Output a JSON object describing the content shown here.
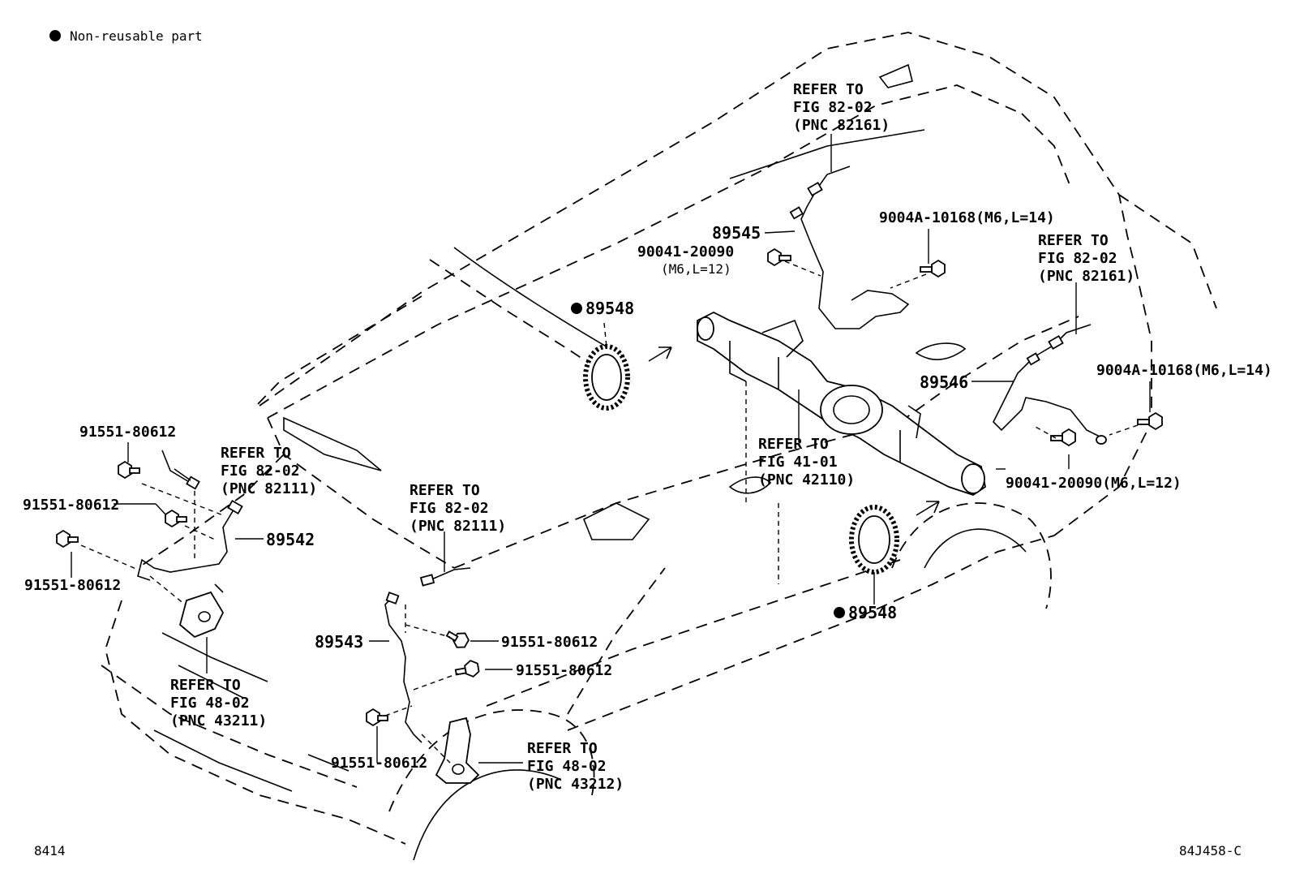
{
  "legend": {
    "symbol": "dot",
    "text": "Non-reusable part"
  },
  "footer": {
    "left_code": "8414",
    "right_code": "84J458-C"
  },
  "parts": {
    "p89542": "89542",
    "p89543": "89543",
    "p89545": "89545",
    "p89546": "89546",
    "p89548_top": "89548",
    "p89548_bottom": "89548",
    "bolt_91551_a": "91551-80612",
    "bolt_91551_b": "91551-80612",
    "bolt_91551_c": "91551-80612",
    "bolt_91551_d": "91551-80612",
    "bolt_91551_e": "91551-80612",
    "bolt_91551_f": "91551-80612",
    "bolt_90041_left": "90041-20090",
    "bolt_90041_left_spec": "(M6,L=12)",
    "bolt_90041_right": "90041-20090(M6,L=12)",
    "bolt_9004a_top": "9004A-10168(M6,L=14)",
    "bolt_9004a_right": "9004A-10168(M6,L=14)"
  },
  "refs": {
    "r82161_top": [
      "REFER TO",
      "FIG 82-02",
      "(PNC 82161)"
    ],
    "r82161_right": [
      "REFER TO",
      "FIG 82-02",
      "(PNC 82161)"
    ],
    "r82111_left": [
      "REFER TO",
      "FIG 82-02",
      "(PNC 82111)"
    ],
    "r82111_mid": [
      "REFER TO",
      "FIG 82-02",
      "(PNC 82111)"
    ],
    "r42110": [
      "REFER TO",
      "FIG 41-01",
      "(PNC 42110)"
    ],
    "r43211": [
      "REFER TO",
      "FIG 48-02",
      "(PNC 43211)"
    ],
    "r43212": [
      "REFER TO",
      "FIG 48-02",
      "(PNC 43212)"
    ]
  }
}
